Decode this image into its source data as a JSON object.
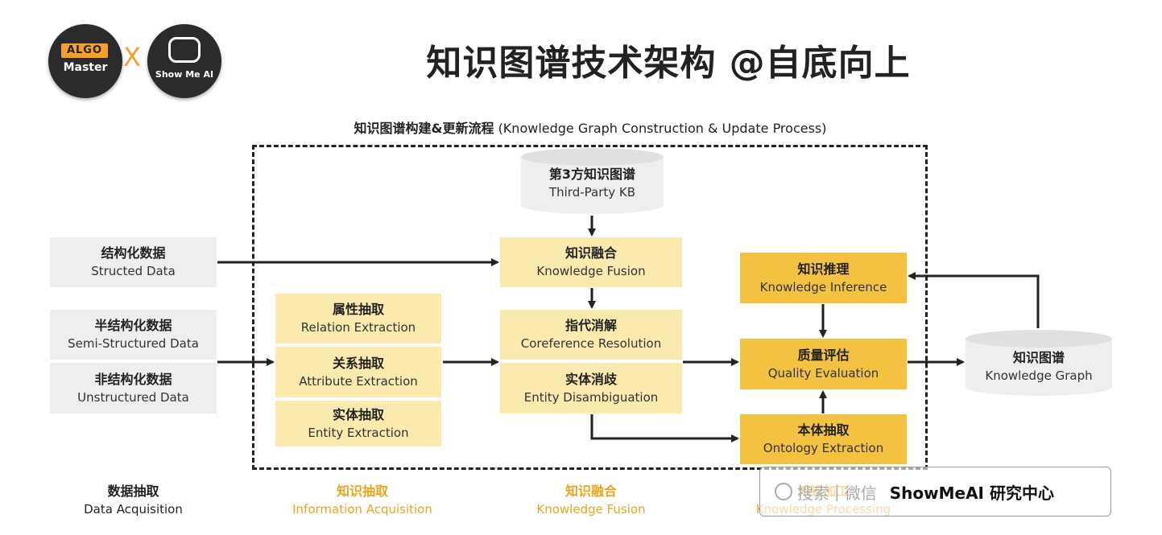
{
  "header": {
    "title": "知识图谱技术架构 @自底向上",
    "logo_algo_badge": "ALGO",
    "logo_algo_text": "Master",
    "logo_times": "X",
    "logo_showme_text": "Show Me AI"
  },
  "section": {
    "caption_cn": "知识图谱构建&更新流程",
    "caption_en": "(Knowledge Graph Construction & Update Process)"
  },
  "sources": [
    {
      "cn": "结构化数据",
      "en": "Structed Data"
    },
    {
      "cn": "半结构化数据",
      "en": "Semi-Structured Data"
    },
    {
      "cn": "非结构化数据",
      "en": "Unstructured Data"
    }
  ],
  "extraction": [
    {
      "cn": "属性抽取",
      "en": "Relation Extraction"
    },
    {
      "cn": "关系抽取",
      "en": "Attribute Extraction"
    },
    {
      "cn": "实体抽取",
      "en": "Entity Extraction"
    }
  ],
  "third_party": {
    "cn": "第3方知识图谱",
    "en": "Third-Party KB"
  },
  "fusion": {
    "cn": "知识融合",
    "en": "Knowledge Fusion"
  },
  "coreference": {
    "cn": "指代消解",
    "en": "Coreference Resolution"
  },
  "disambiguation": {
    "cn": "实体消歧",
    "en": "Entity Disambiguation"
  },
  "inference": {
    "cn": "知识推理",
    "en": "Knowledge Inference"
  },
  "quality": {
    "cn": "质量评估",
    "en": "Quality Evaluation"
  },
  "ontology": {
    "cn": "本体抽取",
    "en": "Ontology Extraction"
  },
  "knowledge_graph": {
    "cn": "知识图谱",
    "en": "Knowledge Graph"
  },
  "stages": [
    {
      "cn": "数据抽取",
      "en": "Data Acquisition"
    },
    {
      "cn": "知识抽取",
      "en": "Information Acquisition"
    },
    {
      "cn": "知识融合",
      "en": "Knowledge Fusion"
    },
    {
      "cn": "知识加工",
      "en": "Knowledge Processing"
    }
  ],
  "watermark": {
    "search": "搜索",
    "sep": "|",
    "wechat": "微信",
    "brand": "ShowMeAI 研究中心"
  },
  "colors": {
    "gray_box": "#eeeeee",
    "light_yellow": "#fbeaae",
    "gold": "#f3c240",
    "orange_text": "#e8a51d"
  }
}
